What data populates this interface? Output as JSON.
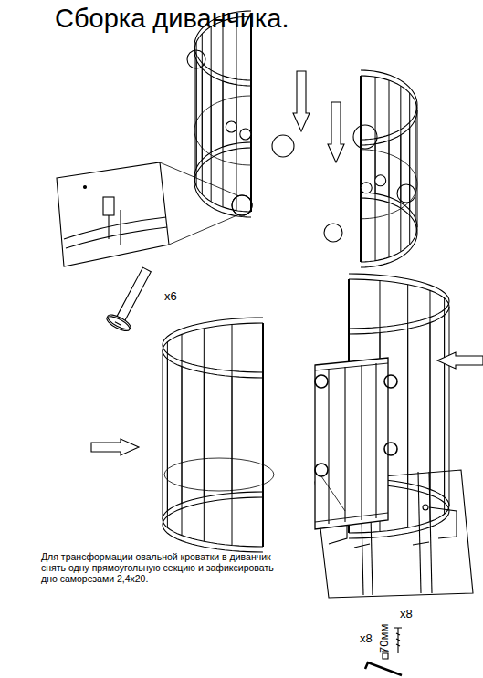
{
  "diagram": {
    "title": "Сборка диванчика.",
    "labels": [
      "x6",
      "Для трансформации овальной кроватки в диванчик - снять одну прямоугольную секцию и зафиксировать дно саморезами 2,4х20.",
      "x8",
      "x8",
      "70мм"
    ]
  }
}
